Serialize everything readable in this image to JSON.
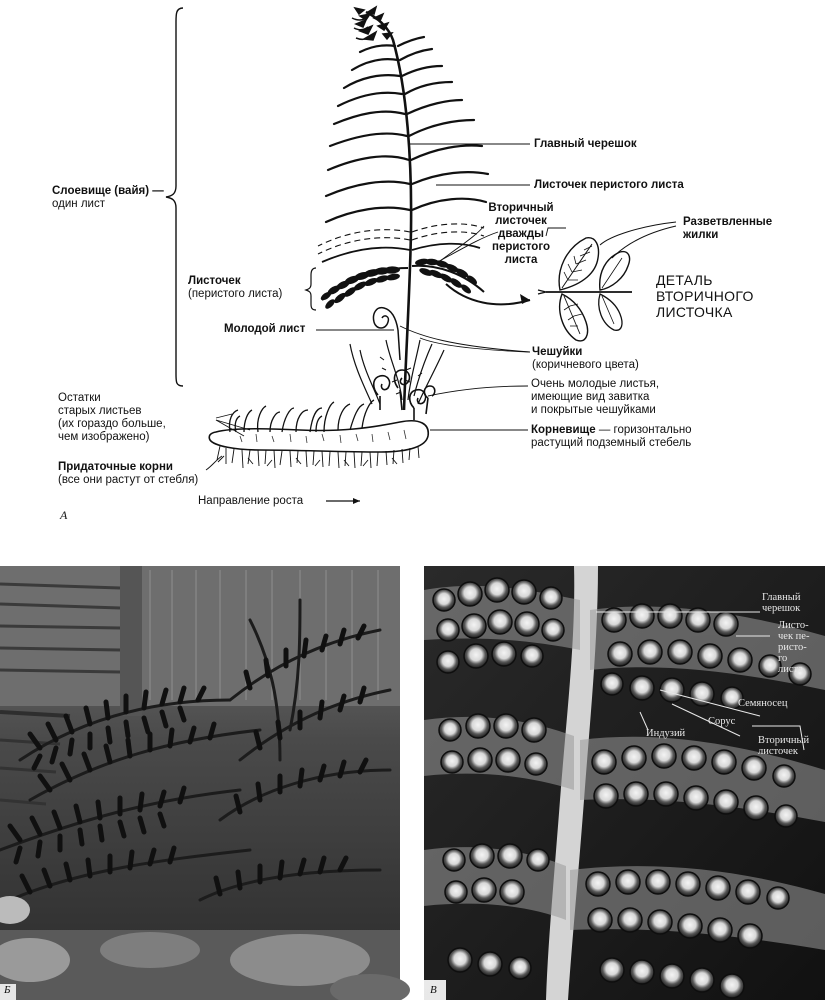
{
  "diagram_a": {
    "panel_letter": "А",
    "labels": {
      "main_petiole": "Главный черешок",
      "pinna": "Листочек перистого листа",
      "secondary_pinnule": [
        "Вторичный",
        "листочек",
        "дважды",
        "перистого",
        "листа"
      ],
      "branched_veins": [
        "Разветвленные",
        "жилки"
      ],
      "detail_title": [
        "ДЕТАЛЬ",
        "ВТОРИЧНОГО",
        "ЛИСТОЧКА"
      ],
      "frond_bold": "Слоевище (вайя) —",
      "frond_sub": "один лист",
      "leaflet_bold": "Листочек",
      "leaflet_sub": "(перистого листа)",
      "young_leaf": "Молодой лист",
      "scales_bold": "Чешуйки",
      "scales_sub": "(коричневого цвета)",
      "fiddleheads": [
        "Очень молодые листья,",
        "имеющие вид  завитка",
        "и покрытые чешуйками"
      ],
      "old_leaves": [
        "Остатки",
        "старых листьев",
        "(их гораздо больше,",
        "чем изображено)"
      ],
      "rhizome_bold": "Корневище",
      "rhizome_rest": " — горизонтально",
      "rhizome_sub": "растущий подземный стебель",
      "adv_roots_bold": "Придаточные корни",
      "adv_roots_sub": "(все они растут от стебля)",
      "growth_direction": "Направление роста"
    }
  },
  "photo_b": {
    "panel_letter": "Б"
  },
  "photo_v": {
    "panel_letter": "В",
    "labels": {
      "main_petiole": [
        "Главный",
        "черешок"
      ],
      "pinna": [
        "Листо-",
        "чек пе-",
        "ристо-",
        "го",
        "листа"
      ],
      "indusium_stalk": "Семяносец",
      "sorus": "Сорус",
      "indusium": "Индузий",
      "secondary_leaflet": [
        "Вторичный",
        "листочек"
      ]
    }
  }
}
